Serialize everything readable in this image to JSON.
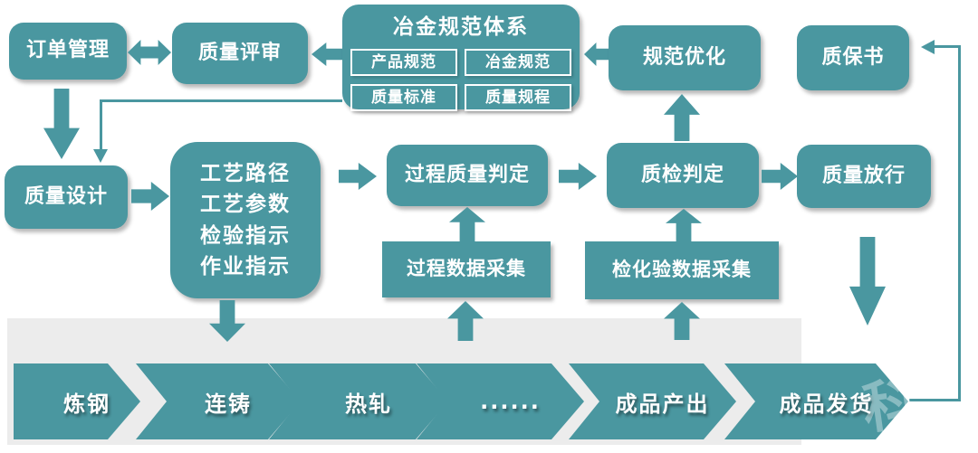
{
  "colors": {
    "teal": "#4A97A0",
    "band_gray": "#ECECEC",
    "text_white": "#FFFFFF"
  },
  "nodes": {
    "order_mgmt": "订单管理",
    "quality_review": "质量评审",
    "spec_system": {
      "title": "冶金规范体系",
      "items": [
        "产品规范",
        "冶金规范",
        "质量标准",
        "质量规程"
      ]
    },
    "spec_optimize": "规范优化",
    "quality_cert": "质保书",
    "quality_design": "质量设计",
    "process_instructions": {
      "lines": [
        "工艺路径",
        "工艺参数",
        "检验指示",
        "作业指示"
      ]
    },
    "process_quality_judge": "过程质量判定",
    "inspect_judge": "质检判定",
    "quality_release": "质量放行",
    "process_data_collect": "过程数据采集",
    "lab_data_collect": "检化验数据采集"
  },
  "production_steps": [
    "炼钢",
    "连铸",
    "热轧",
    "......",
    "成品产出",
    "成品发货"
  ],
  "watermark": "科"
}
